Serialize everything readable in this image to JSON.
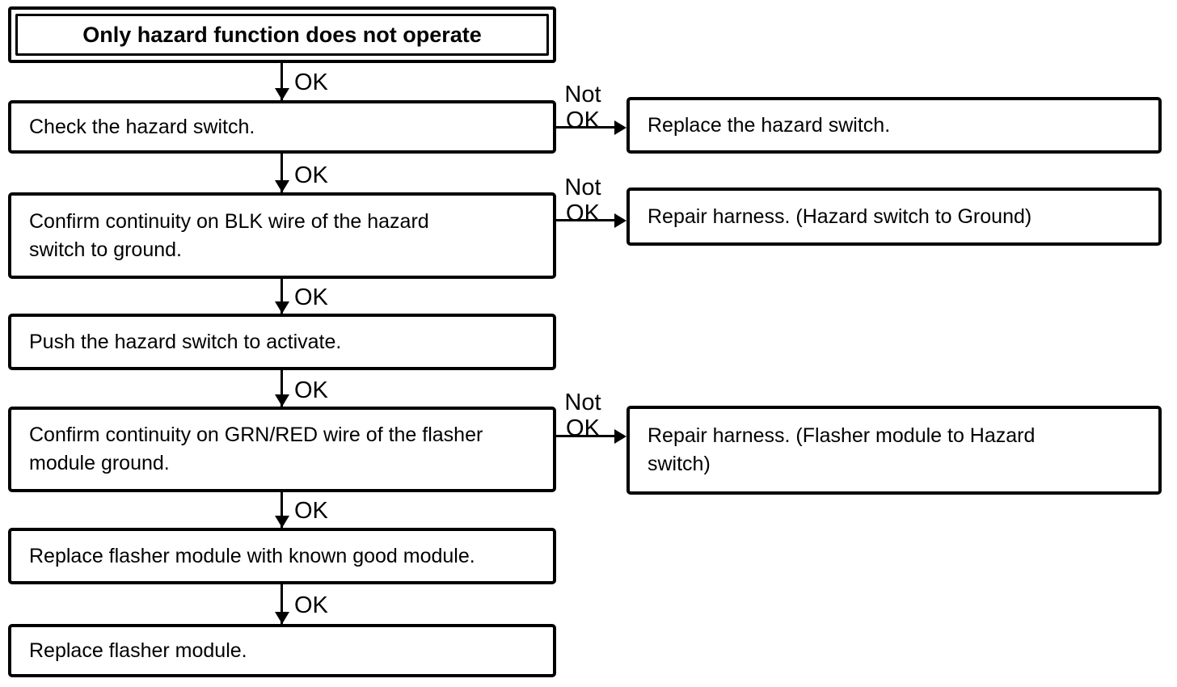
{
  "diagram": {
    "title": "Only hazard function does not operate",
    "labels": {
      "ok": "OK",
      "not": "Not"
    },
    "steps": [
      "Check the hazard switch.",
      "Confirm continuity on BLK wire of the hazard switch to ground.",
      "Push the hazard switch to activate.",
      "Confirm continuity on GRN/RED wire of the flasher module ground.",
      "Replace flasher module with known good module.",
      "Replace flasher module."
    ],
    "fixes": [
      "Replace the hazard switch.",
      "Repair harness. (Hazard switch to Ground)",
      "Repair harness. (Flasher module to Hazard switch)"
    ],
    "colors": {
      "ink": "#000000",
      "paper": "#ffffff"
    }
  }
}
